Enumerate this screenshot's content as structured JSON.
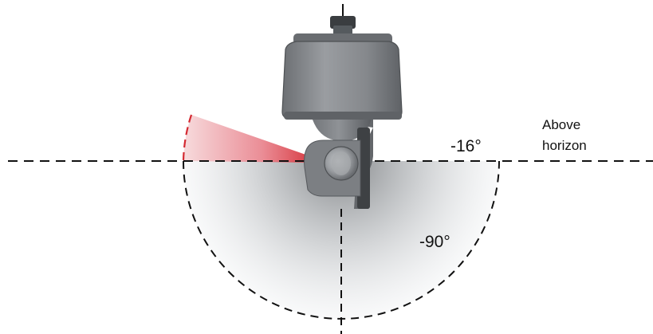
{
  "labels": {
    "above_line1": "Above",
    "above_line2": "horizon",
    "angle_top": "-16°",
    "angle_bottom": "-90°"
  },
  "colors": {
    "dash_line": "#111111",
    "red_zone": "#d42a32",
    "gray_zone": "#8a8d90",
    "device_body": "#7b7e82",
    "device_dark": "#5c5f62"
  }
}
